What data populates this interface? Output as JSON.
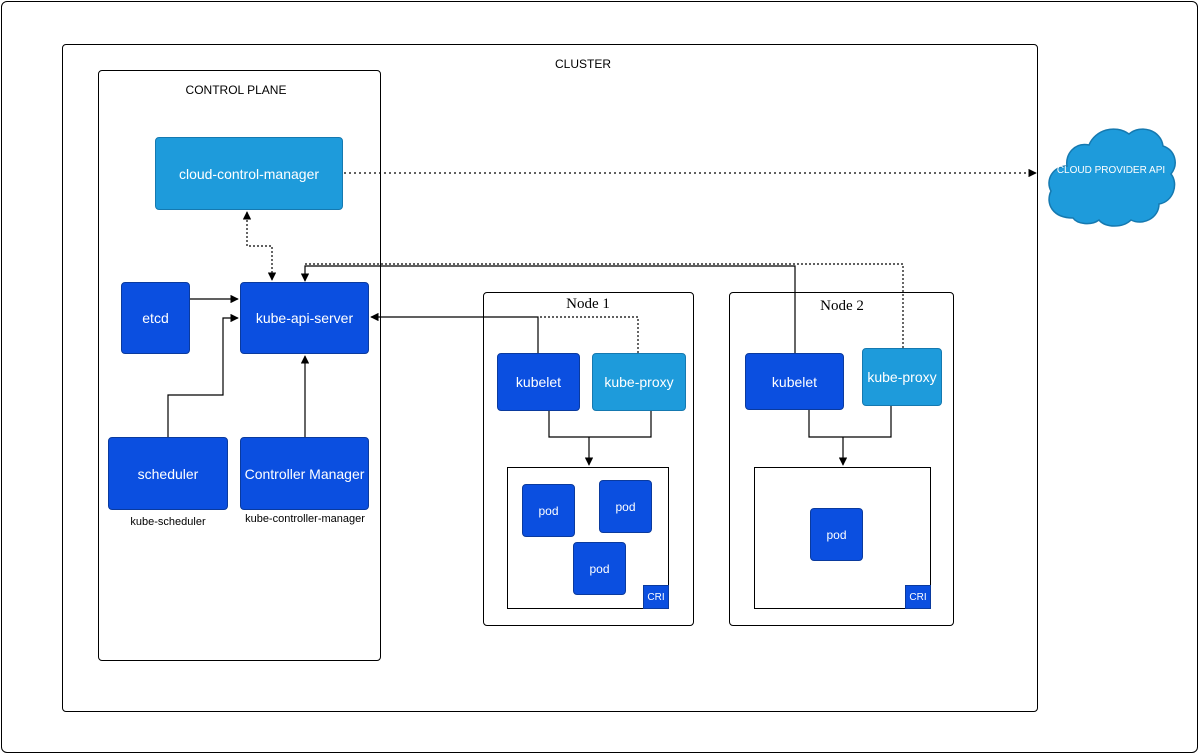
{
  "cluster": {
    "title": "CLUSTER"
  },
  "control_plane": {
    "title": "CONTROL PLANE",
    "cloud_control_manager": "cloud-control-manager",
    "etcd": "etcd",
    "kube_api_server": "kube-api-server",
    "scheduler": "scheduler",
    "scheduler_caption": "kube-scheduler",
    "controller_manager": "Controller Manager",
    "controller_manager_caption": "kube-controller-manager"
  },
  "cloud_provider": {
    "label": "CLOUD PROVIDER API"
  },
  "nodes": [
    {
      "title": "Node 1",
      "kubelet": "kubelet",
      "kube_proxy": "kube-proxy",
      "pods": [
        "pod",
        "pod",
        "pod"
      ],
      "cri": "CRI"
    },
    {
      "title": "Node 2",
      "kubelet": "kubelet",
      "kube_proxy": "kube-proxy",
      "pods": [
        "pod"
      ],
      "cri": "CRI"
    }
  ],
  "colors": {
    "dark_component": "#0B4FE0",
    "light_component": "#1E9BDB",
    "cloud": "#1E9BDB"
  }
}
